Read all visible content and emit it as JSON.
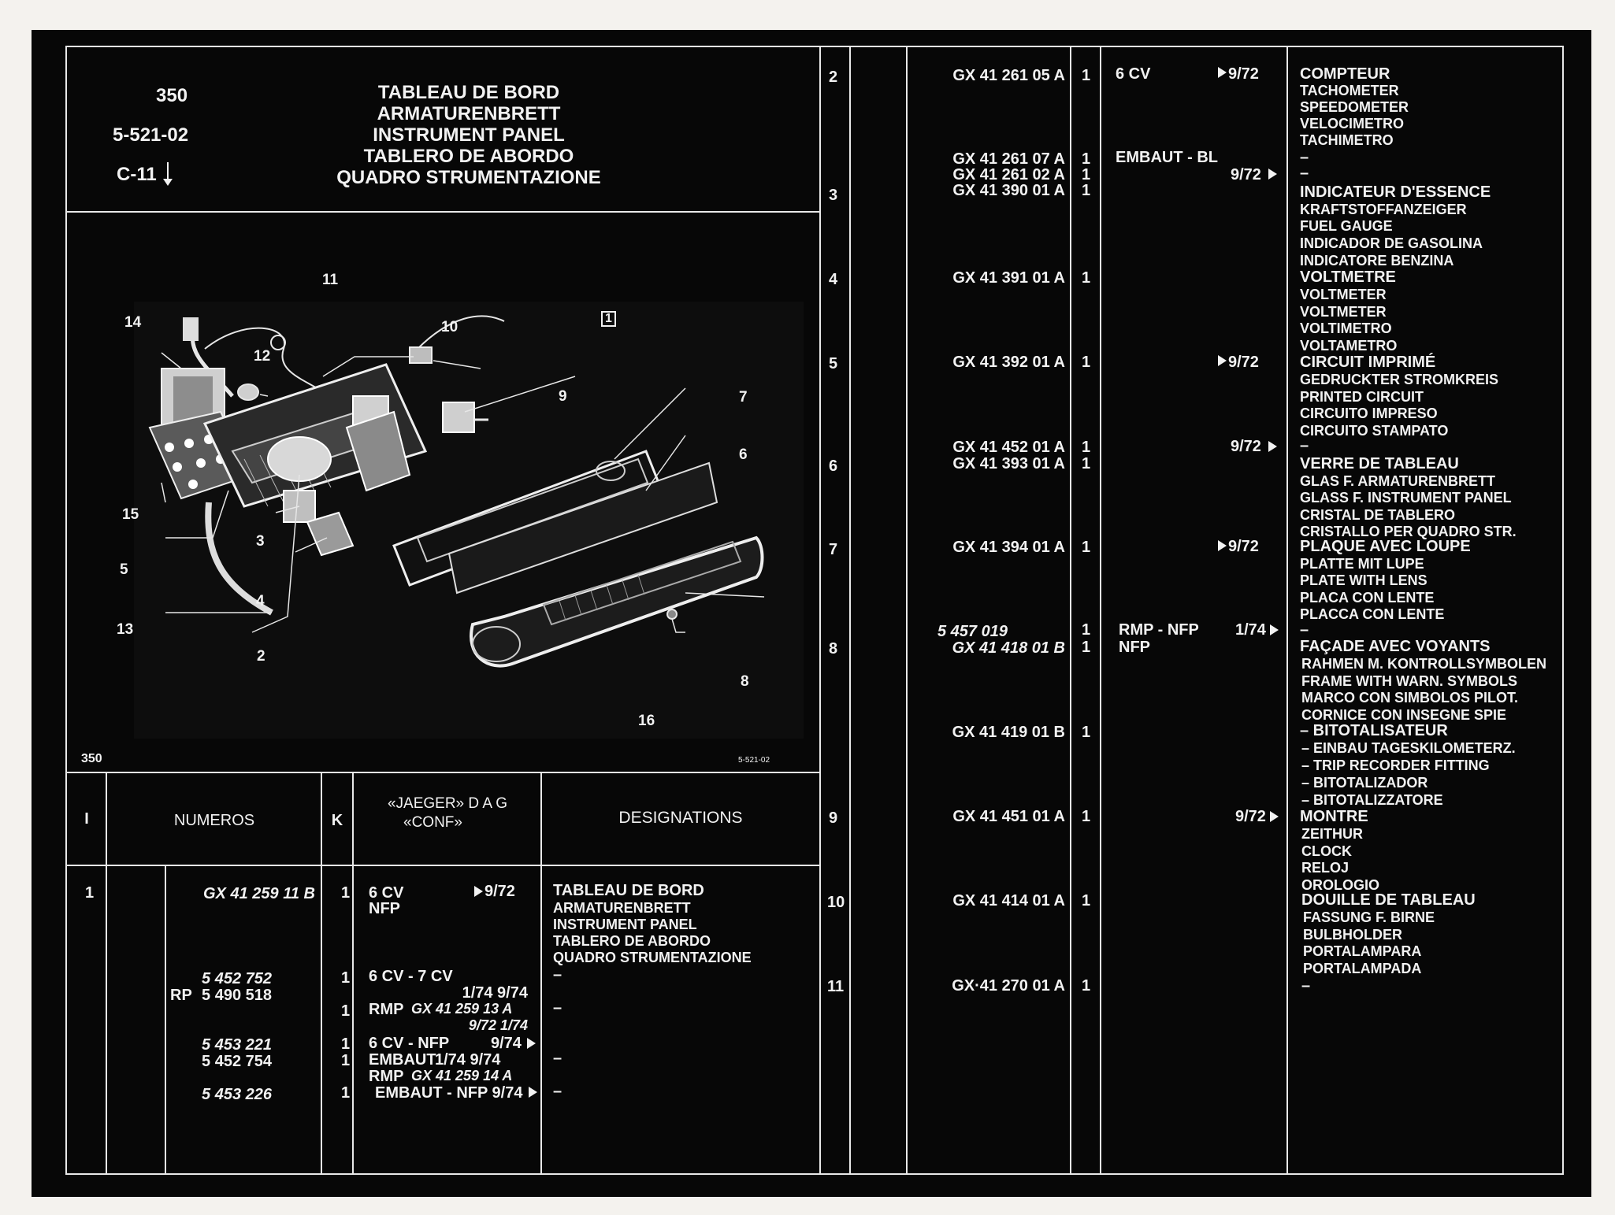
{
  "header": {
    "page_number": "350",
    "section_code": "5-521-02",
    "ref_code": "C-11",
    "titles": [
      "TABLEAU DE BORD",
      "ARMATURENBRETT",
      "INSTRUMENT PANEL",
      "TABLERO DE ABORDO",
      "QUADRO STRUMENTAZIONE"
    ]
  },
  "diagram": {
    "figure_box_label": "1",
    "footer_left": "350",
    "footer_right": "5-521-02",
    "callouts": [
      "11",
      "10",
      "14",
      "12",
      "9",
      "7",
      "6",
      "15",
      "3",
      "5",
      "4",
      "13",
      "2",
      "8",
      "16"
    ]
  },
  "table_header": {
    "col_i": "I",
    "col_numeros": "NUMEROS",
    "col_k": "K",
    "col_jaeger_1": "«JAEGER» D A G",
    "col_jaeger_2": "«CONF»",
    "col_designations": "DESIGNATIONS"
  },
  "left_rows": [
    {
      "item": "1",
      "part": "GX  41  259  11  B",
      "k": "1",
      "cond": "6 CV",
      "date": "9/72",
      "cond2": "NFP",
      "designation": [
        "TABLEAU DE BORD",
        "ARMATURENBRETT",
        "INSTRUMENT PANEL",
        "TABLERO DE ABORDO",
        "QUADRO STRUMENTAZIONE"
      ]
    },
    {
      "part": "5  452  752",
      "k": "1",
      "cond": "6 CV - 7 CV",
      "designation": "–"
    },
    {
      "prefix": "RP",
      "part": "5  490  518",
      "date": "1/74 9/74"
    },
    {
      "k": "1",
      "cond": "RMP",
      "cond_part": "GX 41 259 13 A",
      "designation": "–"
    },
    {
      "date": "9/72 1/74"
    },
    {
      "part": "5  453  221",
      "k": "1",
      "cond": "6 CV - NFP",
      "date": "9/74"
    },
    {
      "part": "5  452  754",
      "k": "1",
      "cond": "EMBAUT",
      "date": "1/74 9/74",
      "designation": "–"
    },
    {
      "cond": "RMP",
      "cond_part": "GX 41 259 14 A"
    },
    {
      "part": "5  453  226",
      "k": "1",
      "cond": "EMBAUT - NFP 9/74",
      "designation": "–"
    }
  ],
  "right_rows": [
    {
      "item": "2",
      "part": "GX  41  261  05  A",
      "k": "1",
      "cond": "6 CV",
      "date": "9/72",
      "designation": [
        "COMPTEUR",
        "TACHOMETER",
        "SPEEDOMETER",
        "VELOCIMETRO",
        "TACHIMETRO",
        "–"
      ]
    },
    {
      "part": "GX  41  261  07  A",
      "k": "1",
      "cond": "EMBAUT - BL"
    },
    {
      "part": "GX  41  261  02  A",
      "k": "1",
      "date": "9/72",
      "designation": "–"
    },
    {
      "item": "3",
      "part": "GX  41  390  01  A",
      "k": "1",
      "designation": [
        "INDICATEUR D'ESSENCE",
        "KRAFTSTOFFANZEIGER",
        "FUEL GAUGE",
        "INDICADOR DE GASOLINA",
        "INDICATORE BENZINA"
      ]
    },
    {
      "item": "4",
      "part": "GX  41  391  01  A",
      "k": "1",
      "designation": [
        "VOLTMETRE",
        "VOLTMETER",
        "VOLTMETER",
        "VOLTIMETRO",
        "VOLTAMETRO"
      ]
    },
    {
      "item": "5",
      "part": "GX  41  392  01  A",
      "k": "1",
      "date": "9/72",
      "designation": [
        "CIRCUIT IMPRIMÉ",
        "GEDRUCKTER STROMKREIS",
        "PRINTED CIRCUIT",
        "CIRCUITO IMPRESO",
        "CIRCUITO STAMPATO"
      ]
    },
    {
      "part": "GX  41  452  01  A",
      "k": "1",
      "date": "9/72",
      "designation": "–"
    },
    {
      "item": "6",
      "part": "GX  41  393  01  A",
      "k": "1",
      "designation": [
        "VERRE DE TABLEAU",
        "GLAS F. ARMATURENBRETT",
        "GLASS F. INSTRUMENT PANEL",
        "CRISTAL DE TABLERO",
        "CRISTALLO PER QUADRO STR."
      ]
    },
    {
      "item": "7",
      "part": "GX  41  394  01  A",
      "k": "1",
      "date": "9/72",
      "designation": [
        "PLAQUE AVEC LOUPE",
        "PLATTE MIT LUPE",
        "PLATE WITH LENS",
        "PLACA CON LENTE",
        "PLACCA CON LENTE"
      ]
    },
    {
      "part": "5  457  019",
      "k": "1",
      "cond": "RMP - NFP",
      "date": "1/74",
      "designation": "–"
    },
    {
      "item": "8",
      "part": "GX  41  418  01  B",
      "k": "1",
      "cond": "NFP",
      "designation": [
        "FAÇADE AVEC VOYANTS",
        "RAHMEN M. KONTROLLSYMBOLEN",
        "FRAME WITH WARN. SYMBOLS",
        "MARCO CON SIMBOLOS PILOT.",
        "CORNICE CON INSEGNE SPIE"
      ]
    },
    {
      "part": "GX  41  419  01  B",
      "k": "1",
      "designation": [
        "– BITOTALISATEUR",
        "– EINBAU TAGESKILOMETERZ.",
        "– TRIP RECORDER FITTING",
        "– BITOTALIZADOR",
        "– BITOTALIZZATORE"
      ]
    },
    {
      "item": "9",
      "part": "GX  41  451  01  A",
      "k": "1",
      "date": "9/72",
      "designation": [
        "MONTRE",
        "ZEITHUR",
        "CLOCK",
        "RELOJ",
        "OROLOGIO"
      ]
    },
    {
      "item": "10",
      "part": "GX  41  414  01  A",
      "k": "1",
      "designation": [
        "DOUILLE DE TABLEAU",
        "FASSUNG F. BIRNE",
        "BULBHOLDER",
        "PORTALAMPARA",
        "PORTALAMPADA"
      ]
    },
    {
      "item": "11",
      "part": "GX·41  270  01  A",
      "k": "1",
      "designation": "–"
    }
  ]
}
